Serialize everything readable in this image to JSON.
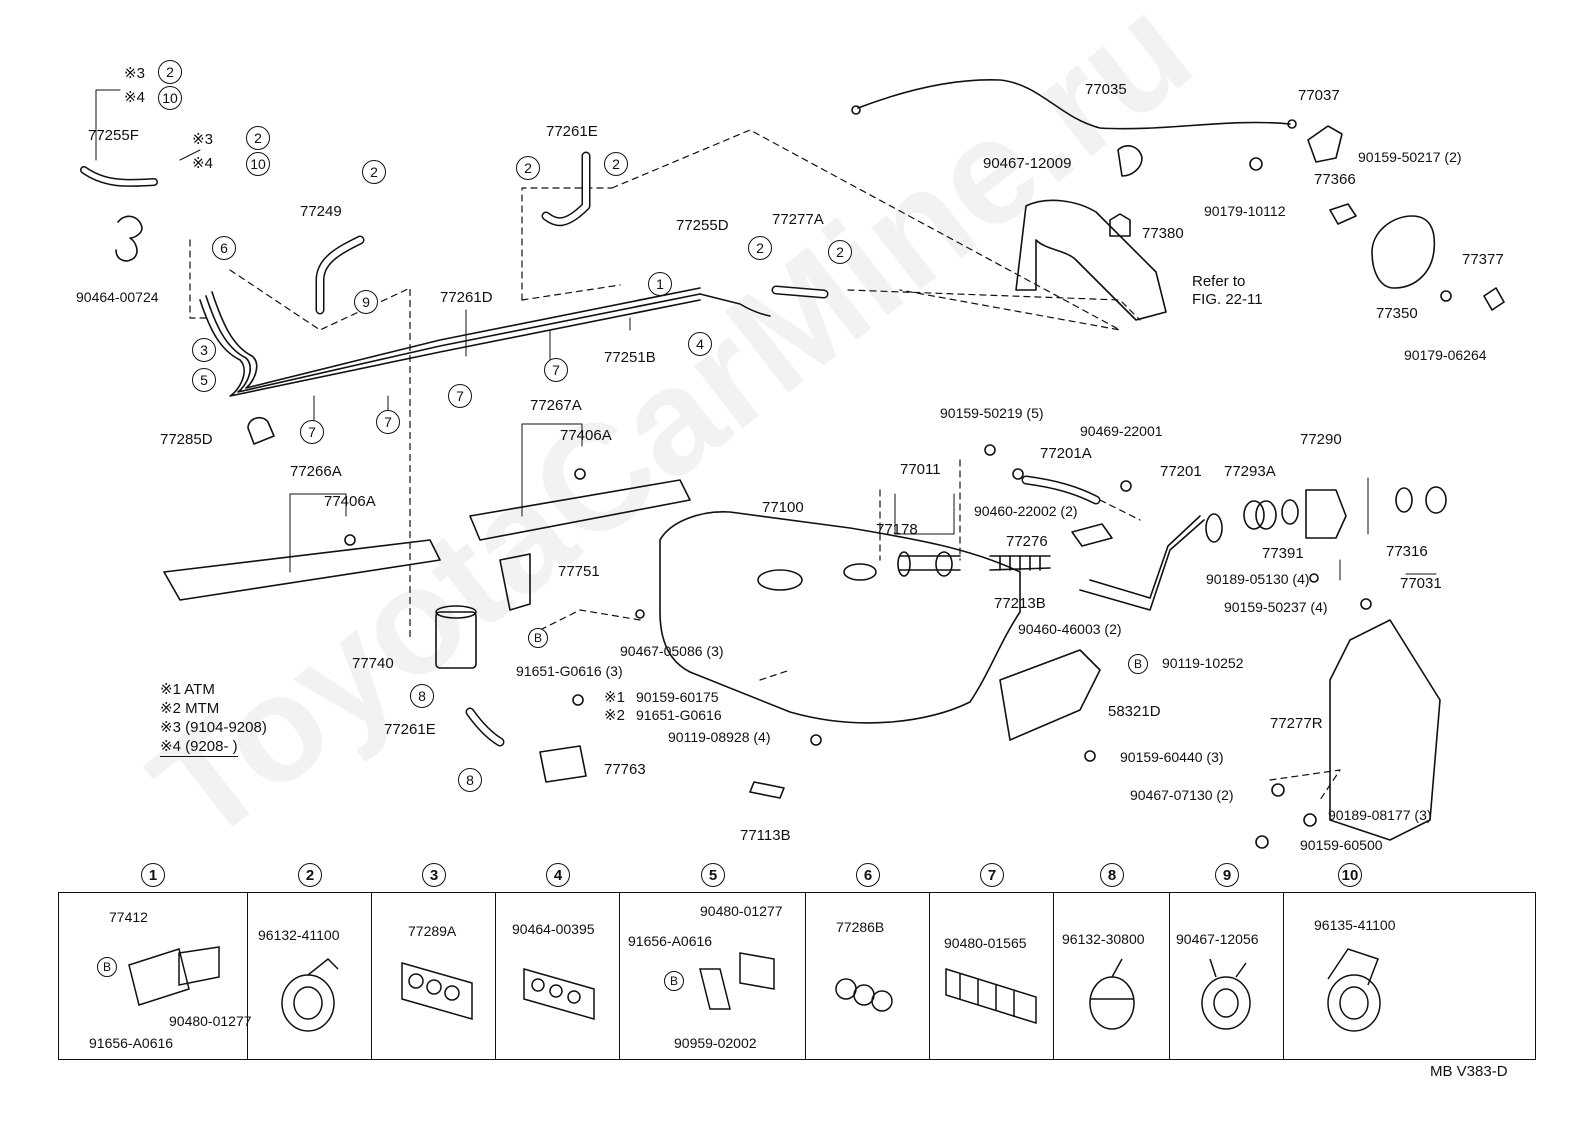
{
  "watermark": "ToyotaCarMine.ru",
  "figure_code": "MB V383-D",
  "refer_note": {
    "line1": "Refer to",
    "line2": "FIG. 22-11"
  },
  "legend": [
    {
      "mark": "※1",
      "text": "ATM"
    },
    {
      "mark": "※2",
      "text": "MTM"
    },
    {
      "mark": "※3",
      "text": "(9104-9208)"
    },
    {
      "mark": "※4",
      "text": "(9208-        )"
    }
  ],
  "labels": {
    "p77035": "77035",
    "p77037": "77037",
    "p90467_12009": "90467-12009",
    "p90159_50217": "90159-50217 (2)",
    "p77366": "77366",
    "p90179_10112": "90179-10112",
    "p77380": "77380",
    "p77377": "77377",
    "p77350": "77350",
    "p90179_06264": "90179-06264",
    "p77255F": "77255F",
    "p90464_00724": "90464-00724",
    "p77249": "77249",
    "p77261E_top": "77261E",
    "p77255D": "77255D",
    "p77277A": "77277A",
    "p77261D": "77261D",
    "p77251B": "77251B",
    "p77285D": "77285D",
    "p77267A": "77267A",
    "p77406A_a": "77406A",
    "p77266A": "77266A",
    "p77406A_b": "77406A",
    "p77751": "77751",
    "p91651_G0616_3": "91651-G0616 (3)",
    "p90467_05086": "90467-05086 (3)",
    "p77740": "77740",
    "p77261E_bot": "77261E",
    "p90159_60175": "90159-60175",
    "p91651_G0616": "91651-G0616",
    "p77763": "77763",
    "p90119_08928": "90119-08928 (4)",
    "p77113B": "77113B",
    "p77100": "77100",
    "p90159_50219": "90159-50219 (5)",
    "p77201A": "77201A",
    "p90469_22001": "90469-22001",
    "p77011": "77011",
    "p77178": "77178",
    "p90460_22002": "90460-22002 (2)",
    "p77276": "77276",
    "p77213B": "77213B",
    "p90460_46003": "90460-46003 (2)",
    "p77201": "77201",
    "p77293A": "77293A",
    "p77290": "77290",
    "p77391": "77391",
    "p77316": "77316",
    "p77031": "77031",
    "p90189_05130": "90189-05130 (4)",
    "p90159_50237": "90159-50237 (4)",
    "p90119_10252": "90119-10252",
    "p58321D": "58321D",
    "p90159_60440": "90159-60440 (3)",
    "p77277R": "77277R",
    "p90467_07130": "90467-07130 (2)",
    "p90189_08177": "90189-08177 (3)",
    "p90159_60500": "90159-60500"
  },
  "notes": {
    "n3": "※3",
    "n4": "※4",
    "n1": "※1",
    "n2": "※2"
  },
  "callouts": {
    "c1": "1",
    "c2": "2",
    "c3": "3",
    "c4": "4",
    "c5": "5",
    "c6": "6",
    "c7": "7",
    "c8": "8",
    "c9": "9",
    "c10": "10",
    "b": "B"
  },
  "clip_table": [
    {
      "num": "1",
      "parts": [
        "77412",
        "91656-A0616",
        "90480-01277"
      ]
    },
    {
      "num": "2",
      "parts": [
        "96132-41100"
      ]
    },
    {
      "num": "3",
      "parts": [
        "77289A"
      ]
    },
    {
      "num": "4",
      "parts": [
        "90464-00395"
      ]
    },
    {
      "num": "5",
      "parts": [
        "90480-01277",
        "91656-A0616",
        "90959-02002"
      ]
    },
    {
      "num": "6",
      "parts": [
        "77286B"
      ]
    },
    {
      "num": "7",
      "parts": [
        "90480-01565"
      ]
    },
    {
      "num": "8",
      "parts": [
        "96132-30800"
      ]
    },
    {
      "num": "9",
      "parts": [
        "90467-12056"
      ]
    },
    {
      "num": "10",
      "parts": [
        "96135-41100"
      ]
    }
  ]
}
